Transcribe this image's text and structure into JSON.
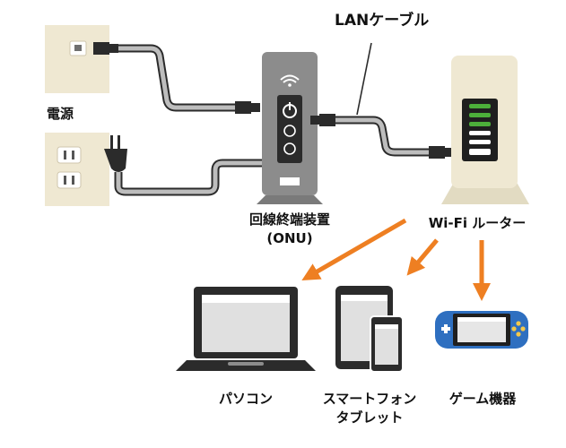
{
  "labels": {
    "lan_cable": "LANケーブル",
    "power_source": "電源",
    "onu_line1": "回線終端装置",
    "onu_line2": "(ONU)",
    "wifi_router": "Wi-Fi ルーター",
    "pc": "パソコン",
    "mobile_line1": "スマートフォン",
    "mobile_line2": "タブレット",
    "game": "ゲーム機器"
  },
  "colors": {
    "wall_plate": "#efe8d2",
    "device_gray": "#8c8c8c",
    "device_dark": "#2b2b2b",
    "router_body": "#efe8d2",
    "router_led_green": "#4caf3a",
    "arrow_orange": "#ee7f22",
    "game_blue": "#2e6fc0"
  },
  "icons": [
    "lan-outlet-icon",
    "power-outlet-icon",
    "wifi-icon",
    "power-icon",
    "laptop-icon",
    "tablet-icon",
    "smartphone-icon",
    "game-console-icon"
  ]
}
